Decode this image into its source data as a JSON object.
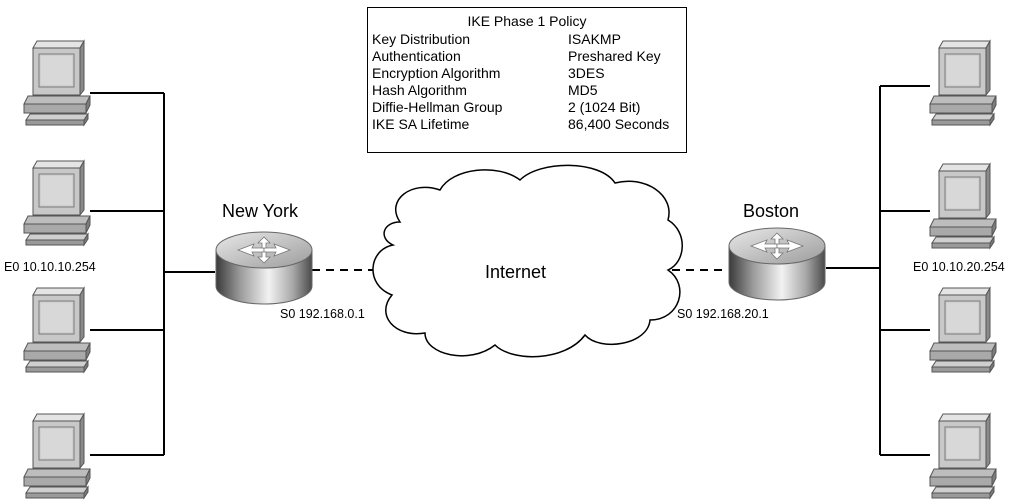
{
  "policy": {
    "title": "IKE Phase 1 Policy",
    "rows": [
      {
        "key": "Key Distribution",
        "value": "ISAKMP"
      },
      {
        "key": "Authentication",
        "value": "Preshared Key"
      },
      {
        "key": "Encryption Algorithm",
        "value": "3DES"
      },
      {
        "key": "Hash Algorithm",
        "value": "MD5"
      },
      {
        "key": "Diffie-Hellman Group",
        "value": "2 (1024 Bit)"
      },
      {
        "key": "IKE SA Lifetime",
        "value": "86,400 Seconds"
      }
    ]
  },
  "new_york": {
    "name": "New York",
    "e0": "E0 10.10.10.254",
    "s0": "S0 192.168.0.1"
  },
  "boston": {
    "name": "Boston",
    "e0": "E0 10.10.20.254",
    "s0": "S0 192.168.20.1"
  },
  "internet": {
    "label": "Internet"
  }
}
